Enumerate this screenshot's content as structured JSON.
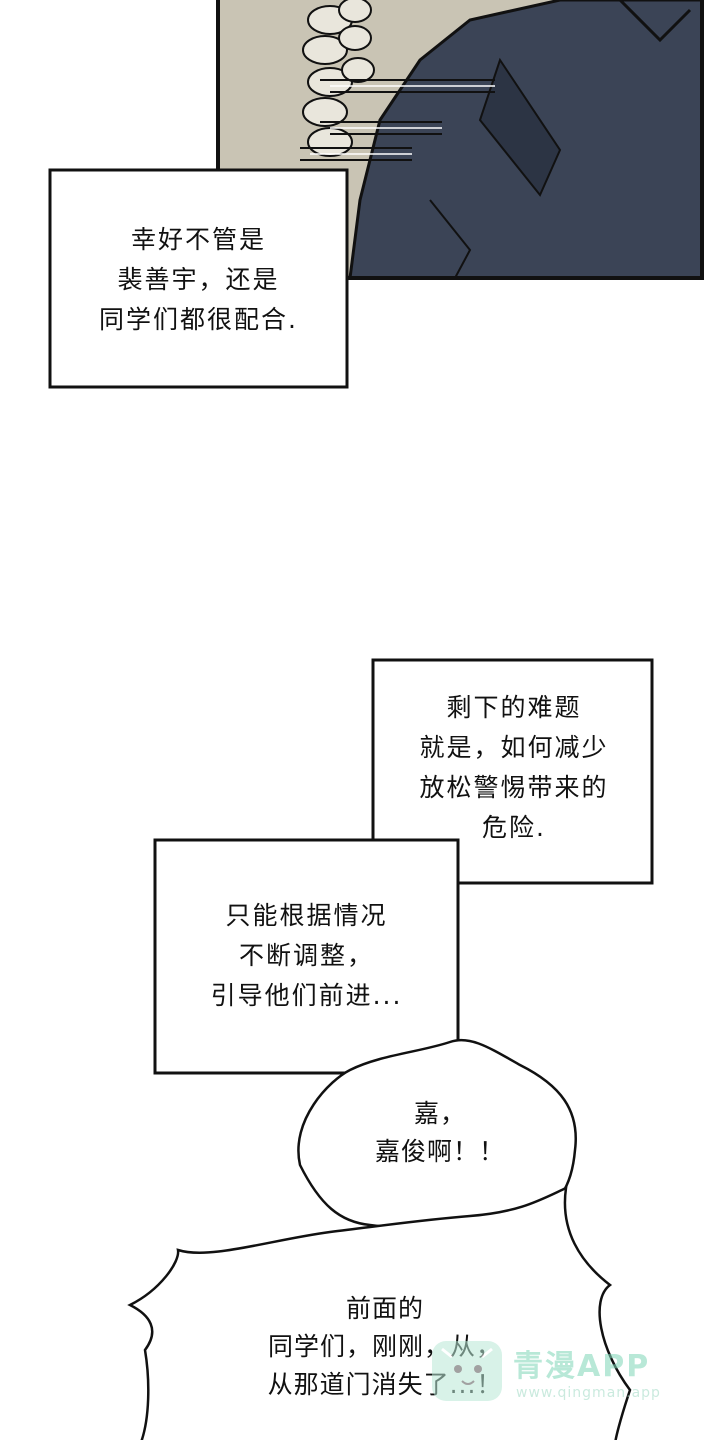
{
  "captions": {
    "caption1": [
      "幸好不管是",
      "裴善宇，还是",
      "同学们都很配合."
    ],
    "caption2": [
      "剩下的难题",
      "就是，如何减少",
      "放松警惕带来的",
      "危险."
    ],
    "caption3": [
      "只能根据情况",
      "不断调整，",
      "引导他们前进..."
    ]
  },
  "speech": {
    "bubble1": [
      "嘉，",
      "嘉俊啊！！"
    ],
    "bubble2": [
      "前面的",
      "同学们，刚刚，从，",
      "从那道门消失了...！"
    ]
  },
  "watermark": {
    "title": "青漫APP",
    "url": "www.qingman.app"
  }
}
